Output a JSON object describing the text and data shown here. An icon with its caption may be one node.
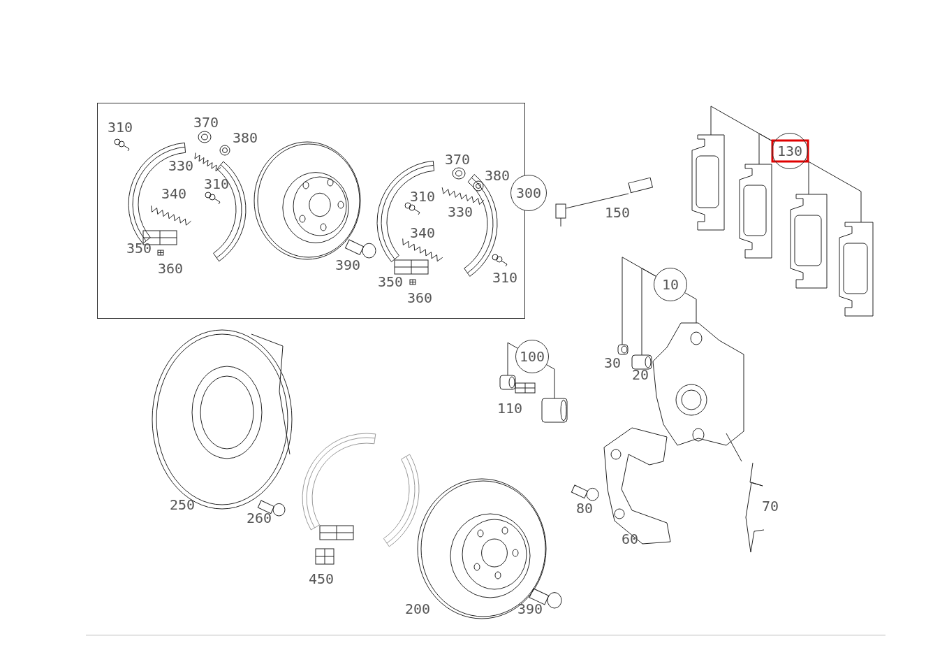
{
  "diagram": {
    "nodes": [
      {
        "text": [
          "300"
        ]
      },
      {
        "text": [
          "130"
        ]
      },
      {
        "text": [],
        "shape": "picture"
      },
      {
        "text": [],
        "shape": "picture"
      },
      {
        "text": [],
        "shape": "picture"
      },
      {
        "text": [],
        "shape": "picture"
      },
      {
        "text": [
          "10"
        ]
      },
      {
        "text": [],
        "shape": "picture"
      },
      {
        "text": [],
        "shape": "picture"
      },
      {
        "text": [],
        "shape": "picture"
      },
      {
        "text": [
          "100"
        ]
      },
      {
        "text": [],
        "shape": "picture"
      },
      {
        "text": [],
        "shape": "picture"
      }
    ],
    "edges": [
      {
        "from": 1,
        "to": 2,
        "arrow": "none"
      },
      {
        "from": 1,
        "to": 3,
        "arrow": "none"
      },
      {
        "from": 1,
        "to": 4,
        "arrow": "none"
      },
      {
        "from": 1,
        "to": 5,
        "arrow": "none"
      },
      {
        "from": 6,
        "to": 7,
        "arrow": "none"
      },
      {
        "from": 6,
        "to": 8,
        "arrow": "none"
      },
      {
        "from": 6,
        "to": 9,
        "arrow": "none"
      },
      {
        "from": 10,
        "to": 11,
        "arrow": "none"
      },
      {
        "from": 10,
        "to": 12,
        "arrow": "none"
      }
    ],
    "labels": [
      "310",
      "370",
      "380",
      "330",
      "310",
      "340",
      "350",
      "360",
      "370",
      "380",
      "310",
      "330",
      "340",
      "390",
      "350",
      "310",
      "360",
      "150",
      "30",
      "20",
      "110",
      "250",
      "260",
      "80",
      "70",
      "60",
      "450",
      "200",
      "390"
    ]
  }
}
